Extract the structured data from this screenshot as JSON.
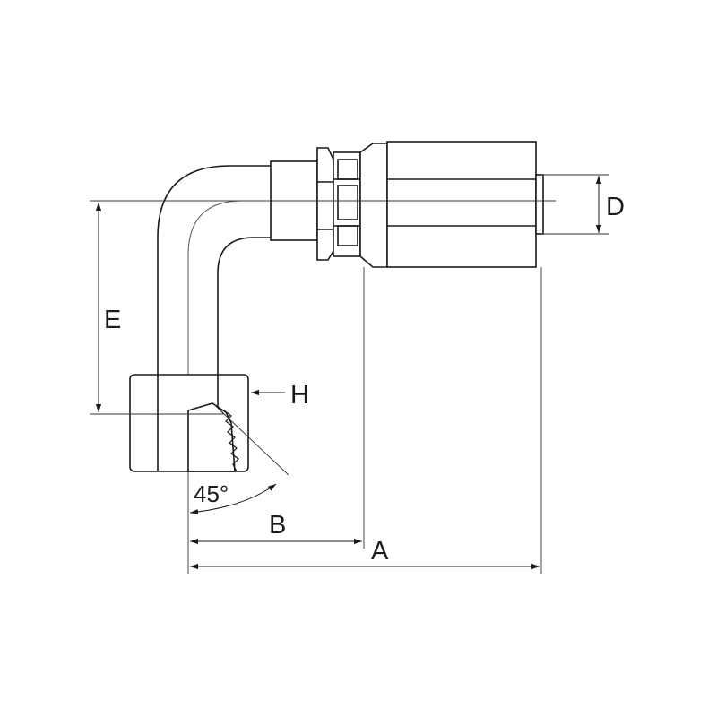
{
  "diagram": {
    "labels": {
      "d": "D",
      "e": "E",
      "h": "H",
      "b": "B",
      "a": "A",
      "angle": "45°"
    },
    "colors": {
      "line": "#1a1a1a",
      "thin": "#333333",
      "background": "#ffffff"
    }
  }
}
